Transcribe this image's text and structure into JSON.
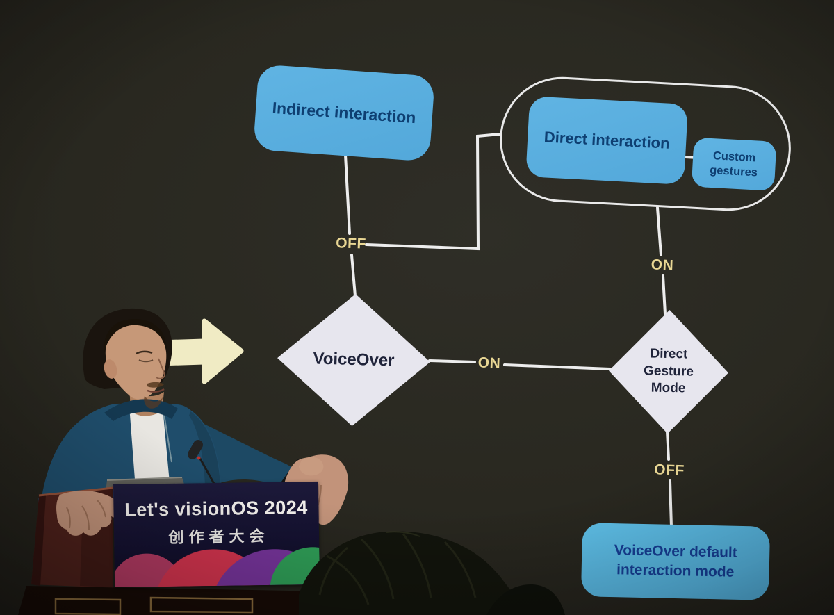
{
  "flowchart": {
    "nodes": {
      "indirect": "Indirect interaction",
      "direct": "Direct interaction",
      "custom": "Custom gestures",
      "voiceover": "VoiceOver",
      "direct_gesture_mode": "Direct Gesture Mode",
      "voiceover_default": "VoiceOver default interaction mode"
    },
    "edge_labels": {
      "voiceover_off": "OFF",
      "gesture_group_on": "ON",
      "voiceover_on": "ON",
      "gesture_off": "OFF"
    },
    "edges": [
      {
        "from": "VoiceOver",
        "to": "Indirect interaction",
        "label": "OFF"
      },
      {
        "from": "VoiceOver",
        "to": "Direct interaction group",
        "label": "OFF"
      },
      {
        "from": "VoiceOver",
        "to": "Direct Gesture Mode",
        "label": "ON"
      },
      {
        "from": "Direct interaction group",
        "to": "Direct Gesture Mode",
        "label": "ON"
      },
      {
        "from": "Direct Gesture Mode",
        "to": "VoiceOver default interaction mode",
        "label": "OFF"
      }
    ]
  },
  "podium_sign": {
    "title": "Let's visionOS 2024",
    "subtitle": "创作者大会"
  },
  "icons": {
    "arrow_icon": "→"
  },
  "colors": {
    "node_blue": "#58aedd",
    "node_text_navy": "#0e3f72",
    "diamond_fill": "#e7e6ee",
    "connector_white": "#ededed",
    "label_yellow": "#e9d794",
    "arrow_cream": "#f0ebc4",
    "panel_navy": "#141130",
    "wood_maroon": "#4e211b"
  }
}
